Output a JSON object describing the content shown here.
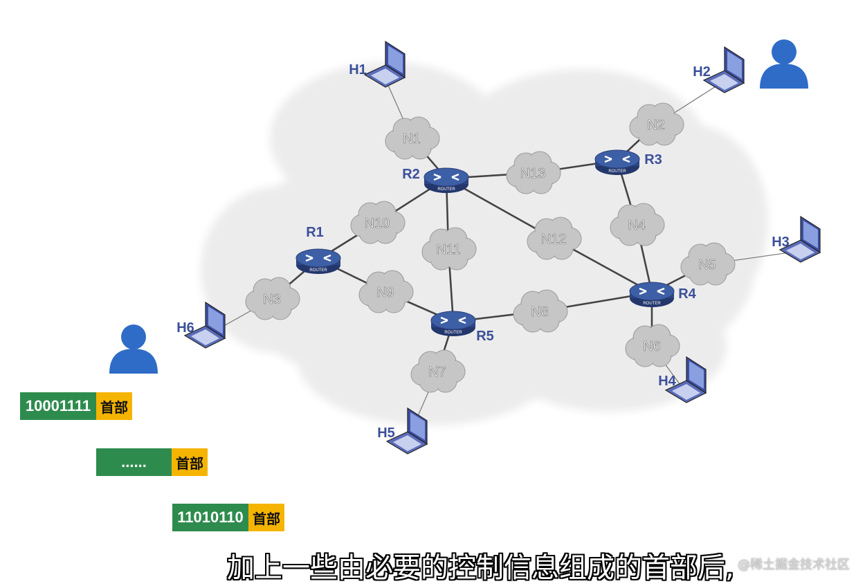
{
  "nodes": {
    "hosts": [
      {
        "id": "h1",
        "label": "H1"
      },
      {
        "id": "h2",
        "label": "H2"
      },
      {
        "id": "h3",
        "label": "H3"
      },
      {
        "id": "h4",
        "label": "H4"
      },
      {
        "id": "h5",
        "label": "H5"
      },
      {
        "id": "h6",
        "label": "H6"
      }
    ],
    "routers": [
      {
        "id": "r1",
        "label": "R1"
      },
      {
        "id": "r2",
        "label": "R2"
      },
      {
        "id": "r3",
        "label": "R3"
      },
      {
        "id": "r4",
        "label": "R4"
      },
      {
        "id": "r5",
        "label": "R5"
      }
    ],
    "networks": [
      {
        "id": "n1",
        "label": "N1"
      },
      {
        "id": "n2",
        "label": "N2"
      },
      {
        "id": "n3",
        "label": "N3"
      },
      {
        "id": "n4",
        "label": "N4"
      },
      {
        "id": "n5",
        "label": "N5"
      },
      {
        "id": "n6",
        "label": "N6"
      },
      {
        "id": "n7",
        "label": "N7"
      },
      {
        "id": "n8",
        "label": "N8"
      },
      {
        "id": "n9",
        "label": "N9"
      },
      {
        "id": "n10",
        "label": "N10"
      },
      {
        "id": "n11",
        "label": "N11"
      },
      {
        "id": "n12",
        "label": "N12"
      },
      {
        "id": "n13",
        "label": "N13"
      }
    ],
    "router_badge": "ROUTER"
  },
  "links": [
    [
      "h1",
      "n1"
    ],
    [
      "n1",
      "r2"
    ],
    [
      "r2",
      "n13"
    ],
    [
      "n13",
      "r3"
    ],
    [
      "r3",
      "n2"
    ],
    [
      "n2",
      "h2"
    ],
    [
      "r3",
      "n4"
    ],
    [
      "n4",
      "r4"
    ],
    [
      "r2",
      "n12"
    ],
    [
      "n12",
      "r4"
    ],
    [
      "r4",
      "n5"
    ],
    [
      "n5",
      "h3"
    ],
    [
      "r4",
      "n6"
    ],
    [
      "n6",
      "h4"
    ],
    [
      "r2",
      "n10"
    ],
    [
      "n10",
      "r1"
    ],
    [
      "r2",
      "n11"
    ],
    [
      "n11",
      "r5"
    ],
    [
      "r1",
      "n9"
    ],
    [
      "n9",
      "r5"
    ],
    [
      "r1",
      "n3"
    ],
    [
      "n3",
      "h6"
    ],
    [
      "r5",
      "n8"
    ],
    [
      "n8",
      "r4"
    ],
    [
      "r5",
      "n7"
    ],
    [
      "n7",
      "h5"
    ]
  ],
  "packets": [
    {
      "data": "10001111",
      "header": "首部"
    },
    {
      "data": "......",
      "header": "首部"
    },
    {
      "data": "11010110",
      "header": "首部"
    }
  ],
  "subtitle": "加上一些由必要的控制信息组成的首部后,",
  "watermark": "@稀土掘金技术社区",
  "colors": {
    "cloud_bg": "#ececec",
    "net_cloud": "#c6c6c6",
    "router": "#3d5fa6",
    "label": "#3b4f9a",
    "user": "#2f6cc7",
    "packet_data": "#2e8b4e",
    "packet_header": "#f5b400"
  }
}
